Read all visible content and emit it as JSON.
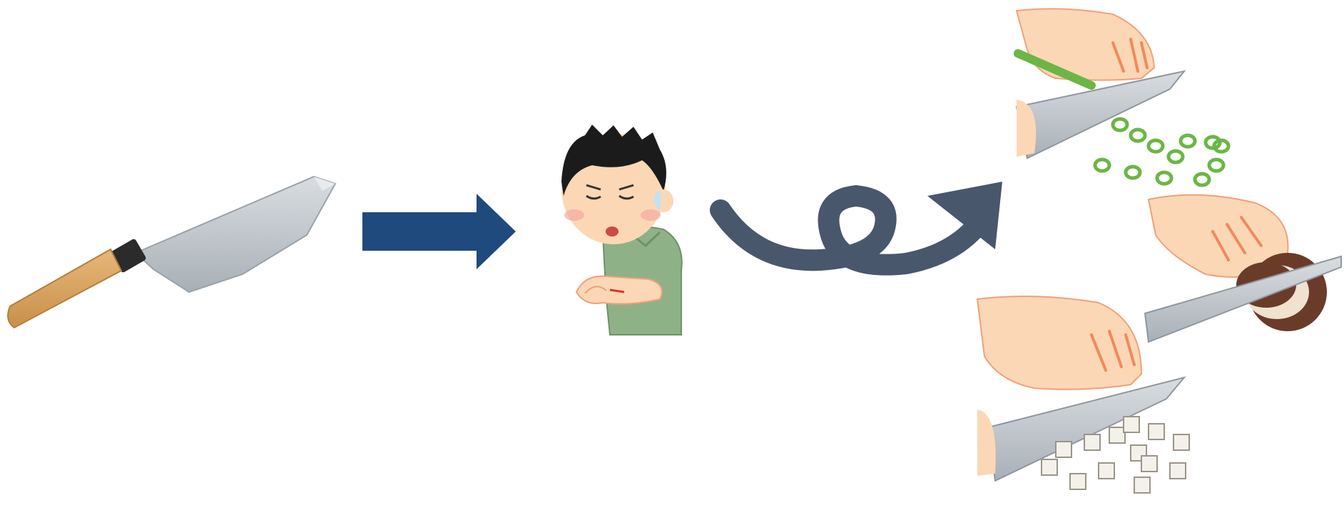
{
  "scene": {
    "items": [
      {
        "name": "kitchen-knife",
        "icon": "knife-icon"
      },
      {
        "name": "right-arrow",
        "icon": "arrow-right-icon",
        "color": "#1f4a7d"
      },
      {
        "name": "injured-boy",
        "icon": "boy-cut-arm-icon"
      },
      {
        "name": "loop-arrow",
        "icon": "loop-arrow-icon",
        "color": "#48576b"
      },
      {
        "name": "cutting-green-onion",
        "icon": "slicing-onion-icon"
      },
      {
        "name": "cutting-mushroom",
        "icon": "slicing-mushroom-icon"
      },
      {
        "name": "cutting-tofu",
        "icon": "dicing-tofu-icon"
      }
    ]
  },
  "colors": {
    "blade": "#b9c0c6",
    "blade_edge": "#8f979e",
    "handle": "#d7a05c",
    "bolster": "#2b2b2b",
    "skin": "#fcd7b5",
    "skin_line": "#f0a07a",
    "hair": "#1b1b1b",
    "shirt": "#8fb188",
    "onion": "#6bb645",
    "mushroom": "#6b3b2a",
    "tofu": "#f3f1ea"
  }
}
